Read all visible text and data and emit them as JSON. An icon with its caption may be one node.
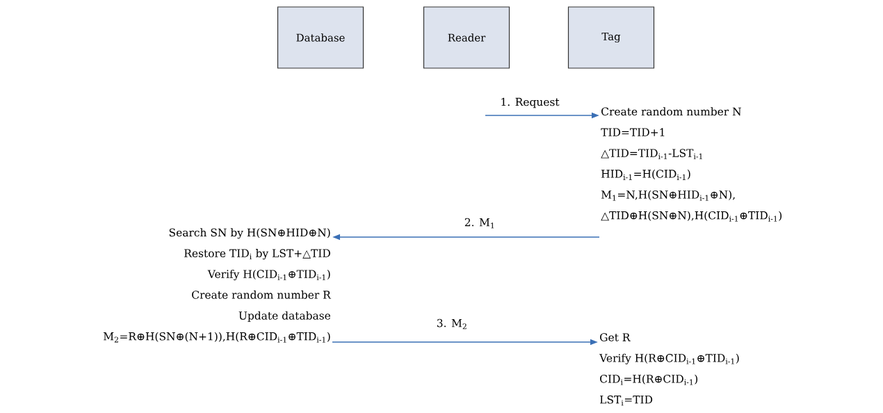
{
  "diagram": {
    "nodes": [
      {
        "text": [
          "Database"
        ]
      },
      {
        "text": [
          "Reader"
        ]
      },
      {
        "text": [
          "Tag"
        ]
      },
      {
        "text": [
          "Create random number N",
          "TID=TID+1",
          "△TID=TID$_{i-1}$-LST$_{i-1}$",
          "HID$_{i-1}$=H(CID$_{i-1}$)",
          "M$_{1}$=N,H(SN⊕HID$_{i-1}$⊕N),",
          "△TID⊕H(SN⊕N),H(CID$_{i-1}$⊕TID$_{i-1}$)"
        ]
      },
      {
        "text": [
          "Search SN by H(SN⊕HID⊕N)",
          "Restore TID$_{i}$ by LST+△TID",
          "Verify H(CID$_{i-1}$⊕TID$_{i-1}$)",
          "Create random number R",
          "Update database",
          "M$_{2}$=R⊕H(SN⊕(N+1)),H(R⊕CID$_{i-1}$⊕TID$_{i-1}$)"
        ]
      },
      {
        "text": [
          "Get R",
          "Verify H(R⊕CID$_{i-1}$⊕TID$_{i-1}$)",
          "CID$_{i}$=H(R⊕CID$_{i-1}$)",
          "LST$_{i}$=TID"
        ]
      }
    ],
    "edges": [
      {
        "from": null,
        "to": 3,
        "arrow": "to",
        "label": "1. Request"
      },
      {
        "from": 3,
        "to": 4,
        "arrow": "to",
        "label": "2. M$_{1}$"
      },
      {
        "from": 4,
        "to": 5,
        "arrow": "to",
        "label": "3. M$_{2}$"
      }
    ]
  }
}
